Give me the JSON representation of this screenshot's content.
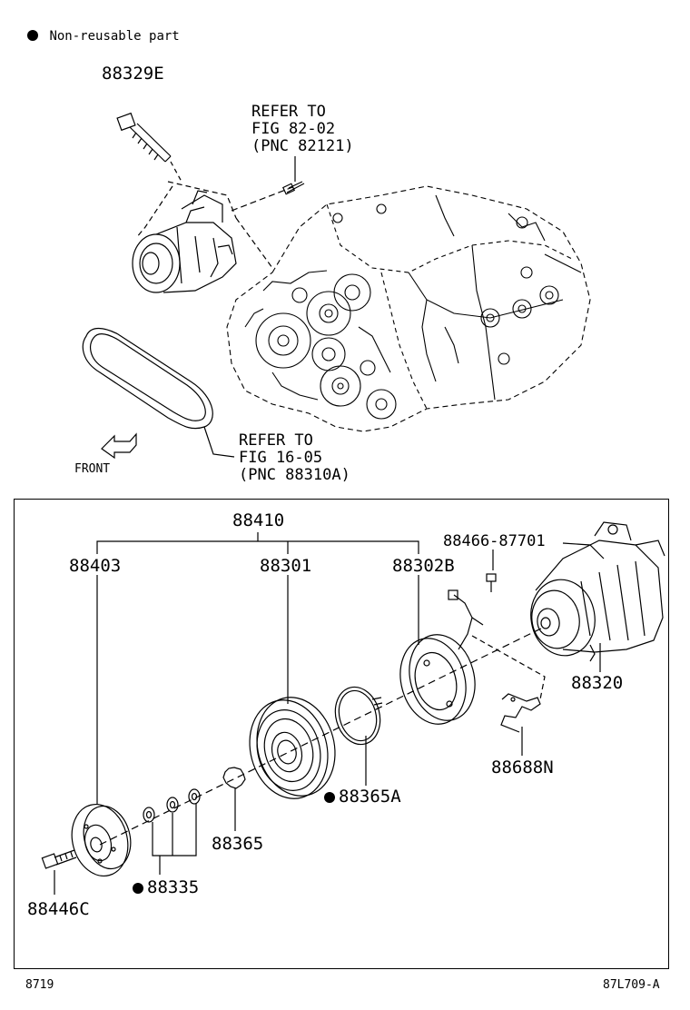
{
  "legend": {
    "text": "Non-reusable part"
  },
  "labels": {
    "bolt_top": "88329E",
    "assembly": "88410",
    "clutch_hub": "88403",
    "pulley": "88301",
    "stator": "88302B",
    "screw": "88466-87701",
    "compressor": "88320",
    "bracket_clip": "88688N",
    "snap_ring_large": "88365A",
    "snap_ring_small": "88365",
    "shims": "88335",
    "bolt_bottom": "88446C"
  },
  "refs": {
    "ref1_line1": "REFER TO",
    "ref1_line2": "FIG 82-02",
    "ref1_line3": "(PNC 82121)",
    "ref2_line1": "REFER TO",
    "ref2_line2": "FIG 16-05",
    "ref2_line3": "(PNC 88310A)"
  },
  "front_label": "FRONT",
  "footer": {
    "left": "8719",
    "right": "87L709-A"
  }
}
